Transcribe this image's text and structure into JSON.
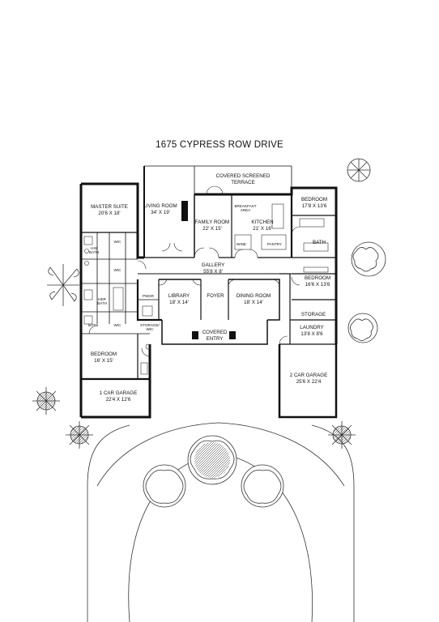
{
  "title": "1675 CYPRESS ROW DRIVE",
  "rooms": {
    "covered_terrace": {
      "name": "COVERED SCREENED\nTERRACE",
      "dims": ""
    },
    "master_suite": {
      "name": "MASTER SUITE",
      "dims": "20'6 X 18'"
    },
    "living_room": {
      "name": "LIVING ROOM",
      "dims": "34' X 19'"
    },
    "family_room": {
      "name": "FAMILY ROOM",
      "dims": "22' X 15'"
    },
    "breakfast": {
      "name": "BREAKFAST\nAREA",
      "dims": ""
    },
    "kitchen": {
      "name": "KITCHEN",
      "dims": "21' X 16'"
    },
    "bedroom_ne": {
      "name": "BEDROOM",
      "dims": "17'8 X 13'6"
    },
    "bath_e": {
      "name": "BATH",
      "dims": ""
    },
    "bedroom_e": {
      "name": "BEDROOM",
      "dims": "16'6 X 13'6"
    },
    "gallery": {
      "name": "GALLERY",
      "dims": "55'8 X 8'"
    },
    "library": {
      "name": "LIBRARY",
      "dims": "18' X 14'"
    },
    "foyer": {
      "name": "FOYER",
      "dims": ""
    },
    "dining_room": {
      "name": "DINING ROOM",
      "dims": "18' X 14'"
    },
    "storage": {
      "name": "STORAGE",
      "dims": ""
    },
    "laundry": {
      "name": "LAUNDRY",
      "dims": "13'8 X 8'6"
    },
    "covered_entry": {
      "name": "COVERED\nENTRY",
      "dims": ""
    },
    "bedroom_w": {
      "name": "BEDROOM",
      "dims": "16' X 15'"
    },
    "garage_1": {
      "name": "1 CAR GARAGE",
      "dims": "22'4 X 12'6"
    },
    "garage_2": {
      "name": "2 CAR GARAGE",
      "dims": "25'6 X 22'4"
    }
  },
  "small_labels": {
    "his_bath": "HIS\nBATH",
    "wic_1": "WIC",
    "wic_2": "WIC",
    "her_bath": "HER\nBATH",
    "bath": "BATH",
    "wic_3": "WIC",
    "pwdr": "PWDR",
    "storage_wic": "STORAGE/\nWIC",
    "wine": "WINE",
    "pantry": "PANTRY"
  }
}
